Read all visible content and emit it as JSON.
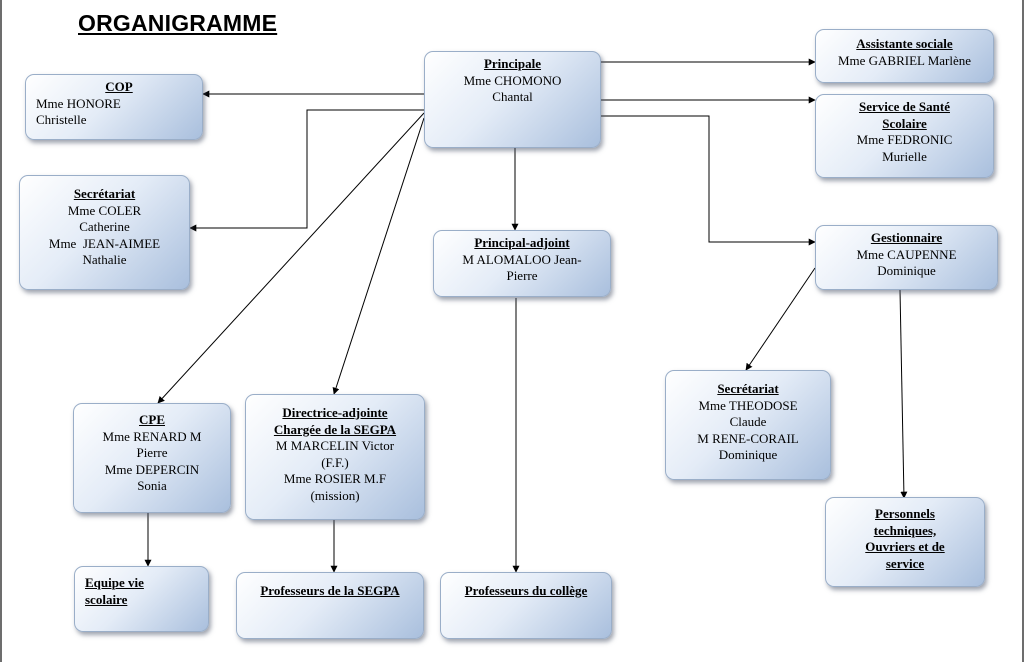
{
  "title": "ORGANIGRAMME",
  "boxes": {
    "principale": {
      "title": "Principale",
      "lines": [
        "Mme CHOMONO",
        "Chantal"
      ]
    },
    "cop": {
      "title": "COP",
      "lines": [
        "Mme HONORE",
        "Christelle"
      ]
    },
    "secretariat_left": {
      "title": "Secrétariat",
      "lines": [
        "Mme COLER",
        "Catherine",
        "Mme  JEAN-AIMEE",
        "Nathalie"
      ]
    },
    "assistante": {
      "title": "Assistante sociale",
      "lines": [
        "Mme GABRIEL Marlène"
      ]
    },
    "sante": {
      "title": "Service de Santé",
      "title2": "Scolaire",
      "lines": [
        "Mme FEDRONIC",
        "Murielle"
      ]
    },
    "adjoint": {
      "title": "Principal-adjoint",
      "lines": [
        "M ALOMALOO Jean-",
        "Pierre"
      ]
    },
    "gestionnaire": {
      "title": "Gestionnaire",
      "lines": [
        "Mme CAUPENNE",
        "Dominique"
      ]
    },
    "cpe": {
      "title": "CPE",
      "lines": [
        "Mme RENARD M",
        "Pierre",
        "Mme DEPERCIN",
        "Sonia"
      ]
    },
    "directrice": {
      "title": "Directrice-adjointe",
      "title2": "Chargée de la SEGPA",
      "lines": [
        "M MARCELIN Victor",
        "(F.F.)",
        "Mme ROSIER M.F",
        "(mission)"
      ]
    },
    "secretariat_right": {
      "title": "Secrétariat",
      "lines": [
        "Mme THEODOSE",
        "Claude",
        "M RENE-CORAIL",
        "Dominique"
      ]
    },
    "equipe": {
      "title": "Equipe vie",
      "title2": "scolaire"
    },
    "prof_segpa": {
      "title": "Professeurs de la SEGPA"
    },
    "prof_college": {
      "title": "Professeurs du collège"
    },
    "personnels": {
      "title": "Personnels",
      "title2": "techniques,",
      "title3": "Ouvriers et de",
      "title4": "service"
    }
  },
  "colors": {
    "box_top": "#ffffff",
    "box_bottom": "#a9bfdd",
    "box_border": "#9aaec8",
    "connector": "#000000"
  }
}
